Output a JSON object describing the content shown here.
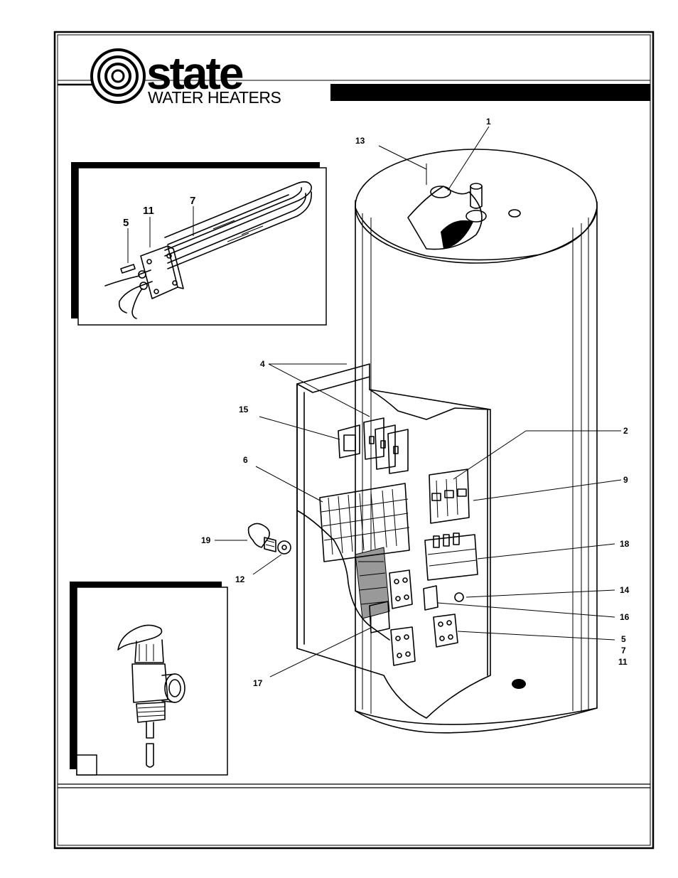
{
  "brand": {
    "name": "state",
    "tagline": "WATER HEATERS",
    "logo_icon": "concentric-circle-logo-icon"
  },
  "callouts": {
    "c1": "1",
    "c2": "2",
    "c4": "4",
    "c5a": "5",
    "c5b": "5",
    "c6": "6",
    "c7a": "7",
    "c7b": "7",
    "c9": "9",
    "c11a": "11",
    "c11b": "11",
    "c12": "12",
    "c13": "13",
    "c14": "14",
    "c15": "15",
    "c16": "16",
    "c17": "17",
    "c18": "18",
    "c19": "19"
  },
  "colors": {
    "ink": "#000000",
    "paper": "#ffffff",
    "band": "#000000"
  }
}
